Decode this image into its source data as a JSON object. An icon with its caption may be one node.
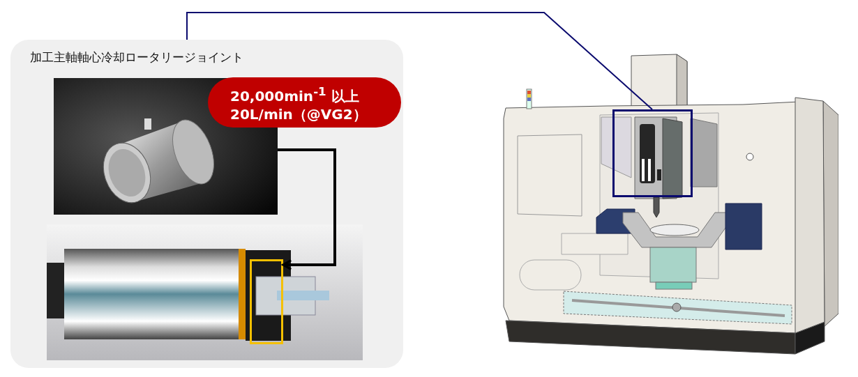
{
  "diagram": {
    "nodes": [
      {
        "text": [
          "加工主軸軸心冷却ロータリージョイント"
        ]
      },
      {
        "text": [],
        "shape": "picture",
        "in": 0
      },
      {
        "text": [
          "20,000min$^{-1}$ 以上 20L/min（@VG2）"
        ],
        "in": 0
      },
      {
        "text": [],
        "shape": "picture",
        "in": 0
      },
      {
        "text": [],
        "shape": "box",
        "in": 3
      },
      {
        "text": [],
        "shape": "picture"
      },
      {
        "text": [],
        "shape": "box",
        "in": 5
      }
    ],
    "edges": [
      {
        "from": 0,
        "to": 6,
        "arrow": "none",
        "color": "#0a0a6e"
      },
      {
        "from": 1,
        "to": 4,
        "arrow": "to",
        "style": "thick",
        "color": "#000000"
      }
    ]
  }
}
